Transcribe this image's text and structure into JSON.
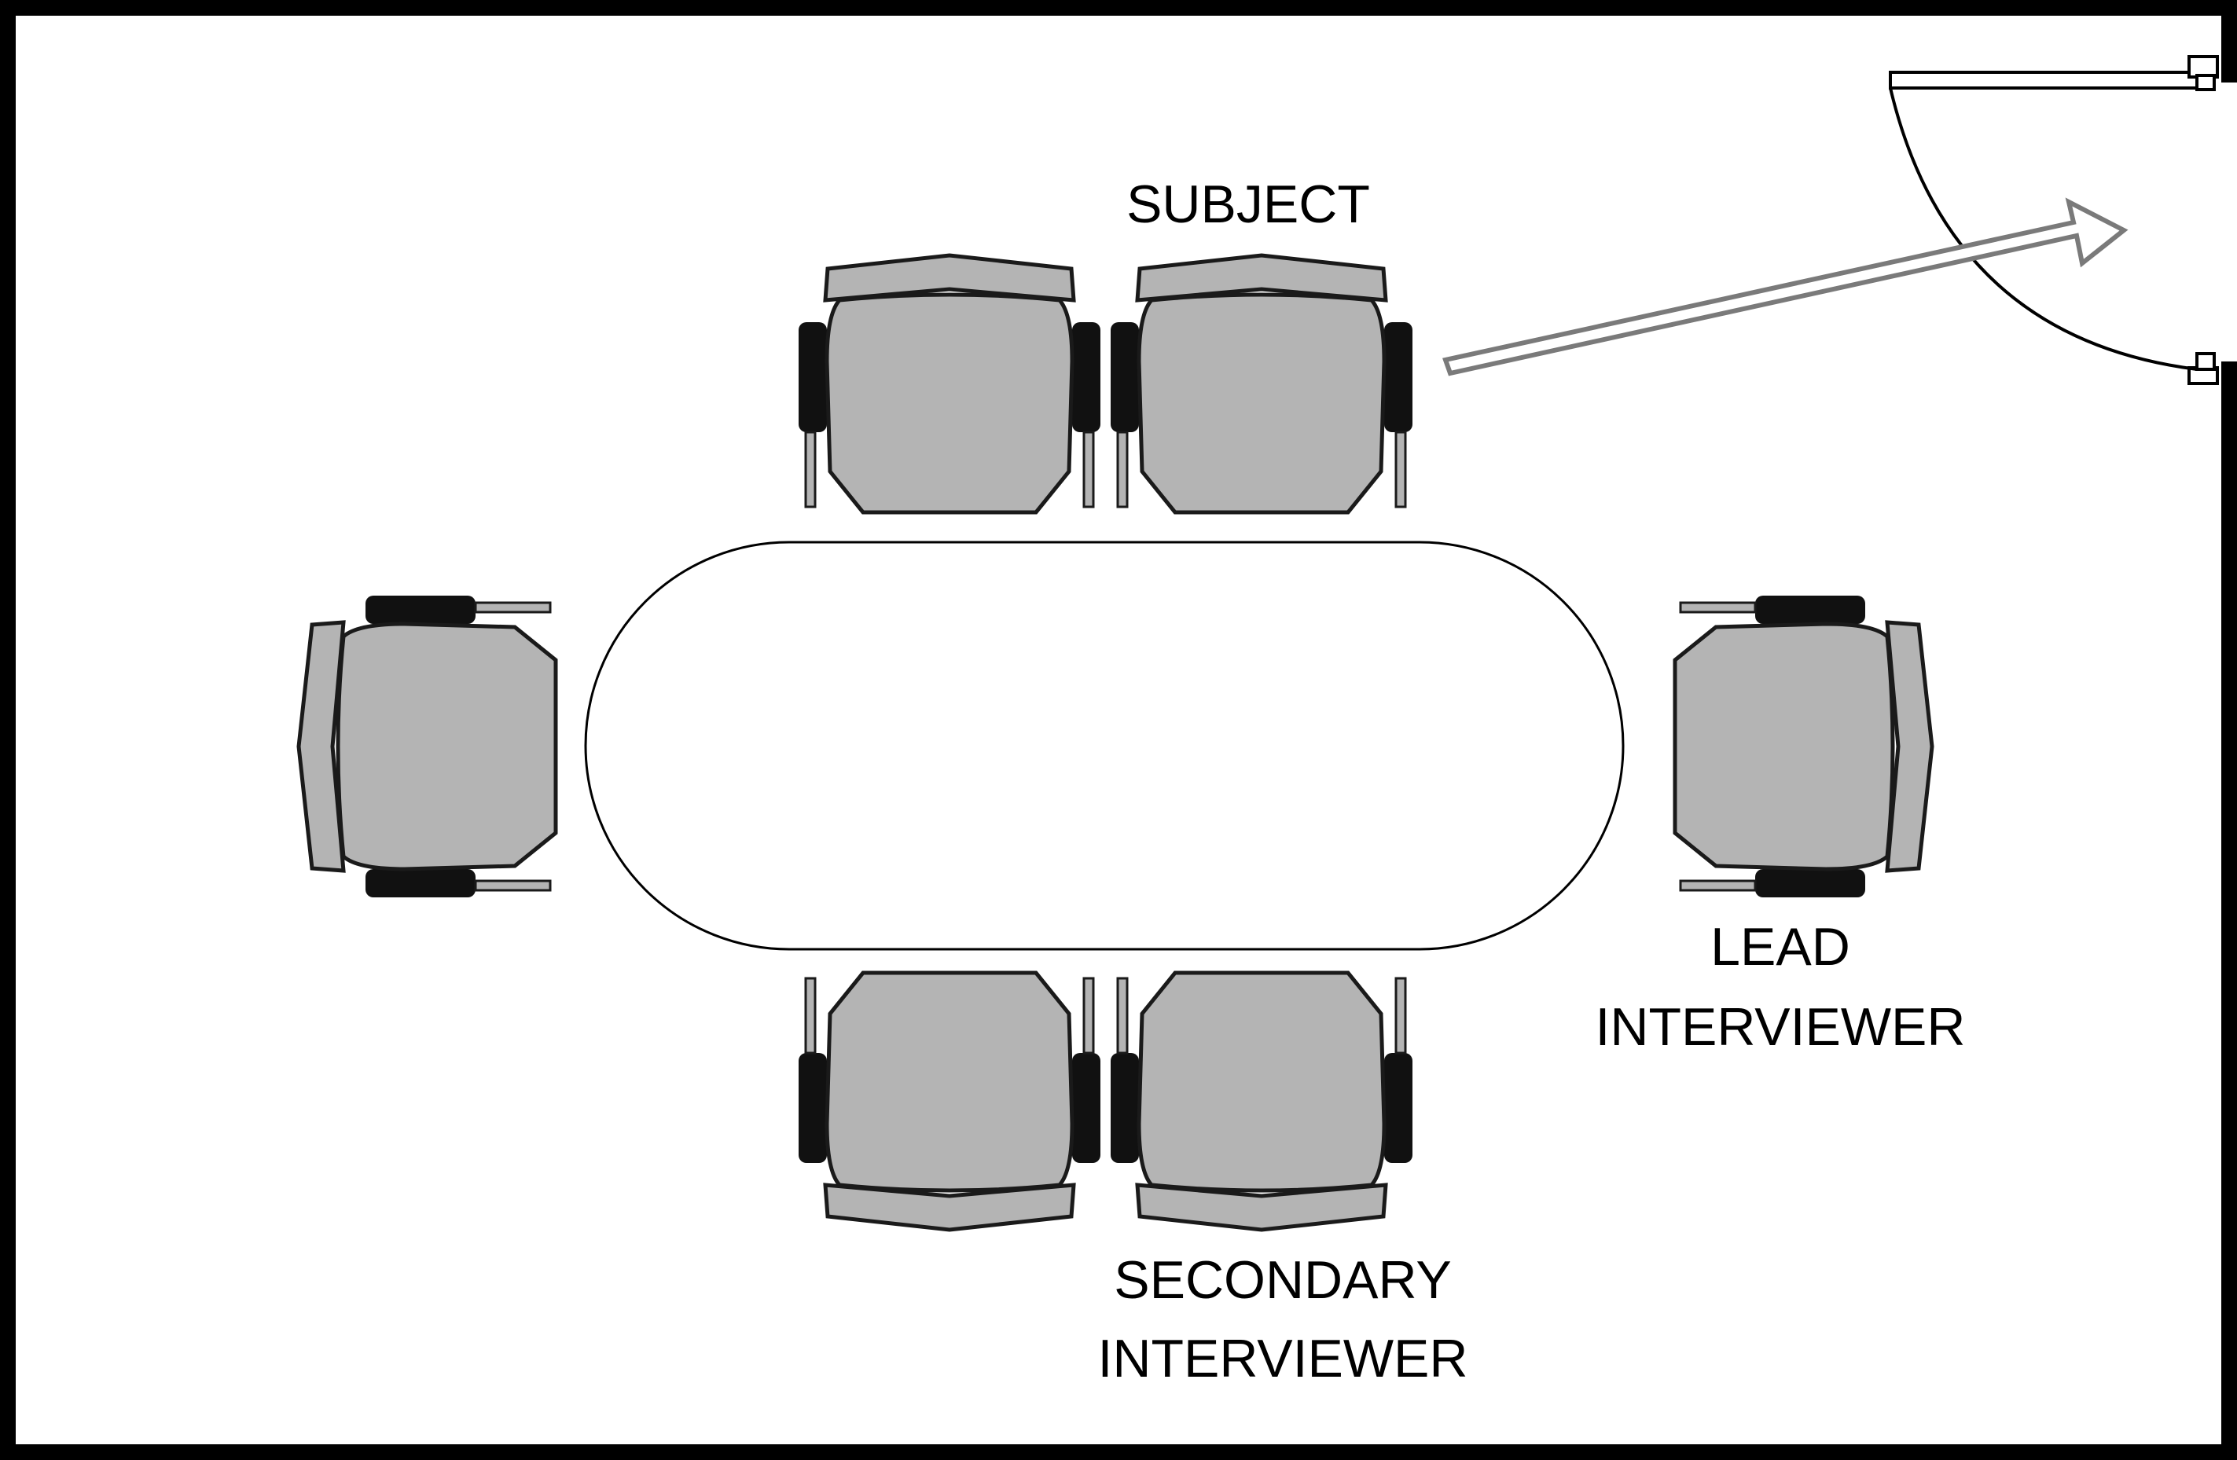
{
  "labels": {
    "subject": "SUBJECT",
    "lead_line1": "LEAD",
    "lead_line2": "INTERVIEWER",
    "secondary_line1": "SECONDARY",
    "secondary_line2": "INTERVIEWER"
  },
  "colors": {
    "wall": "#000000",
    "background": "#ffffff",
    "chair_fill": "#b4b4b4",
    "chair_outline": "#1a1a1a",
    "armrest": "#111111",
    "arrow": "#7a7a7a"
  },
  "elements": {
    "table": "conference-table",
    "door": "door-with-swing",
    "exit_arrow": "arrow-toward-door"
  }
}
